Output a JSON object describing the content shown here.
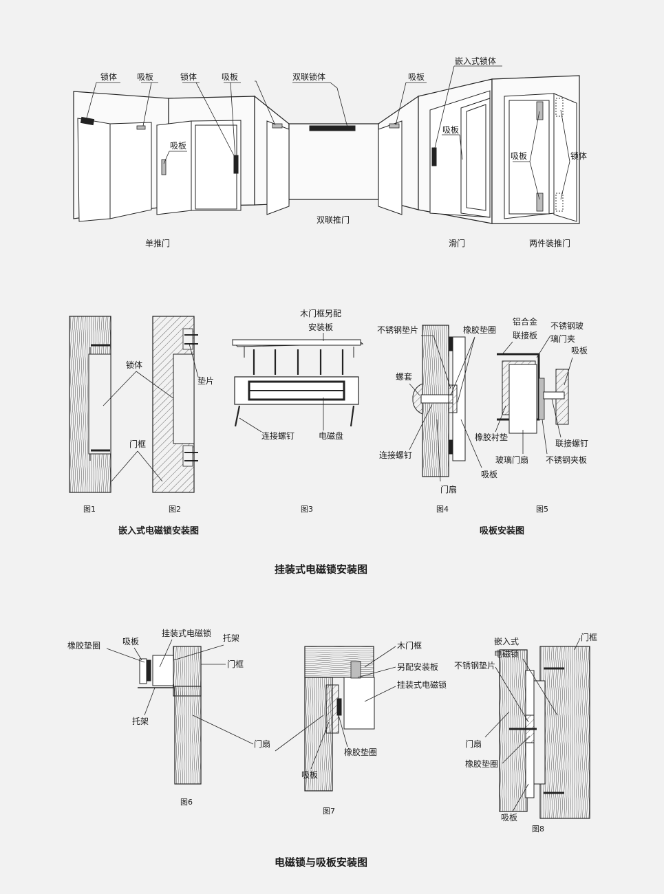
{
  "top_scene": {
    "labels": {
      "lock_body_1": "锁体",
      "plate_1": "吸板",
      "plate_2": "吸板",
      "lock_body_2": "锁体",
      "plate_3": "吸板",
      "double_lock": "双联锁体",
      "plate_4": "吸板",
      "embedded_lock": "嵌入式锁体",
      "plate_5": "吸板",
      "plate_6": "吸板",
      "lock_body_3": "锁体"
    },
    "captions": {
      "single_door": "单推门",
      "double_door": "双联推门",
      "sliding_door": "滑门",
      "two_piece_door": "两件装推门"
    }
  },
  "middle": {
    "fig1_labels": {
      "lock_body": "锁体",
      "door_frame": "门框"
    },
    "fig2_labels": {
      "shim": "垫片"
    },
    "fig3_labels": {
      "mount_plate_line1": "木门框另配",
      "mount_plate_line2": "安装板",
      "screw": "连接螺钉",
      "coil": "电磁盘"
    },
    "fig4_labels": {
      "ss_shim": "不锈钢垫片",
      "rubber_ring": "橡胶垫圈",
      "sleeve": "螺套",
      "screw": "连接螺钉",
      "door_leaf": "门扇",
      "plate": "吸板"
    },
    "fig5_labels": {
      "alu_line1": "铝合金",
      "alu_line2": "联接板",
      "clip_line1": "不锈钢玻",
      "clip_line2": "璃门夹",
      "plate": "吸板",
      "rubber_pad": "橡胶衬垫",
      "glass_door": "玻璃门扇",
      "screw": "联接螺钉",
      "ss_clamp": "不锈钢夹板"
    },
    "figure_numbers": {
      "f1": "图1",
      "f2": "图2",
      "f3": "图3",
      "f4": "图4",
      "f5": "图5"
    },
    "section_captions": {
      "embedded": "嵌入式电磁锁安装图",
      "plate": "吸板安装图"
    },
    "main_caption": "挂装式电磁锁安装图"
  },
  "bottom": {
    "fig6_labels": {
      "rubber_ring": "橡胶垫圈",
      "plate": "吸板",
      "surface_lock": "挂装式电磁锁",
      "bracket_top": "托架",
      "door_frame": "门框",
      "bracket_bottom": "托架",
      "door_leaf": "门扇"
    },
    "fig7_labels": {
      "wood_frame": "木门框",
      "mount_plate": "另配安装板",
      "surface_lock": "挂装式电磁锁",
      "rubber_ring": "橡胶垫圈",
      "plate": "吸板"
    },
    "fig8_labels": {
      "embedded_line1": "嵌入式",
      "embedded_line2": "电磁锁",
      "door_frame": "门框",
      "ss_shim": "不锈钢垫片",
      "door_leaf": "门扇",
      "rubber_ring": "橡胶垫圈",
      "plate": "吸板"
    },
    "figure_numbers": {
      "f6": "图6",
      "f7": "图7",
      "f8": "图8"
    },
    "main_caption": "电磁锁与吸板安装图"
  }
}
